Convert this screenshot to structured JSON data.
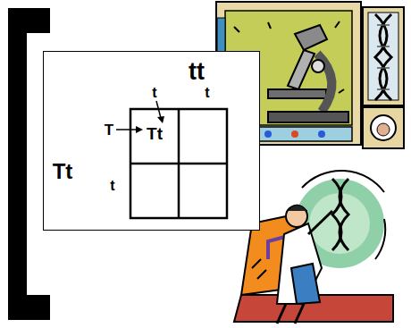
{
  "diagram": {
    "nodes": [
      {
        "text": [
          "Tt"
        ]
      }
    ],
    "labels": [
      "tt",
      "t",
      "t",
      "T",
      "Tt",
      "t"
    ]
  }
}
